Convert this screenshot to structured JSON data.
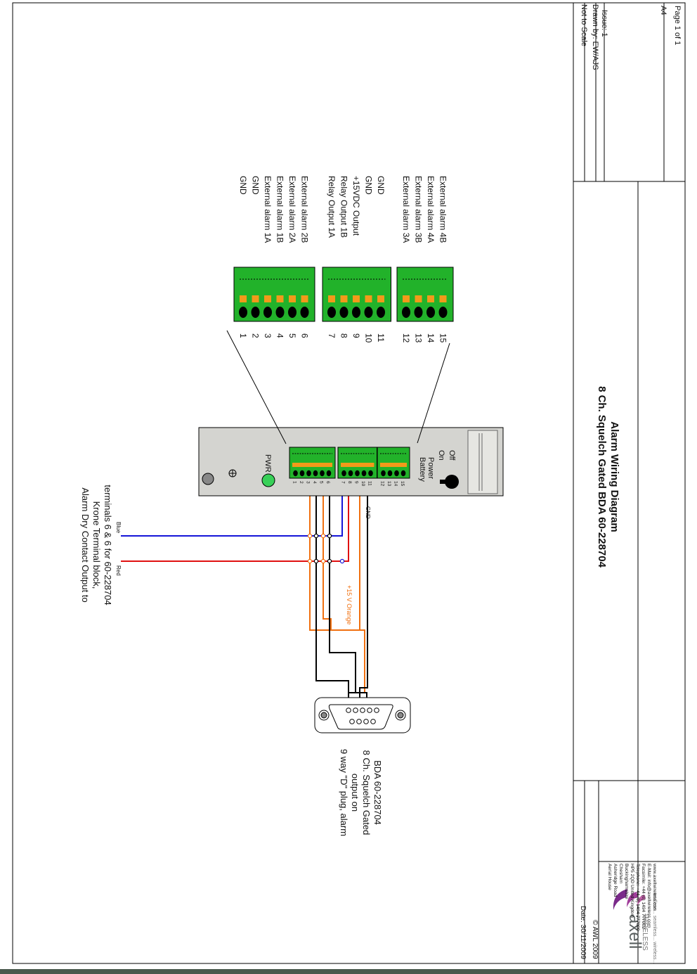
{
  "colors": {
    "terminal_green": "#22b22a",
    "terminal_orange": "#f29a1a",
    "wire_red": "#e01010",
    "wire_blue": "#1515d8",
    "wire_orange": "#f07010",
    "panel_gray": "#d4d4d0",
    "led_green": "#38d058",
    "footer_bar": "#4a5a4e"
  },
  "title_block": {
    "scale": "Not to Scale",
    "drawn_by": "Drawn by: EW/AJS",
    "issue": "Issue: 1",
    "paper_size": "A4",
    "page": "Page 1 of 1",
    "title_line1": "8 Ch. Squelch Gated BDA 60-228704",
    "title_line2": "Alarm Wiring Diagram",
    "date": "Date: 30/11/2009",
    "copyright": "© AWL 2009",
    "logo_word": "axell",
    "logo_sub": "WIRELESS",
    "logo_tagline": "endless... seamless... wireless...",
    "address_lines": [
      "Aerial House",
      "Asheridge Road",
      "Chesham",
      "Buckinghamshire",
      "HP5 2QD United Kingdom",
      "Telephone: +44 (0) 1494 777000",
      "Facsimile: +44 (0) 1494 777002",
      "E-Mail: info@axellwireless.com",
      "www.axellwireless.com"
    ]
  },
  "notes": {
    "alarm_output": [
      "Alarm Dry Contact Output to",
      "Krone Terminal block,",
      "terminals 6 & 6 for 60-228704"
    ],
    "dplug": [
      "9 way \"D\" plug, alarm",
      "output on",
      "8 Ch. Squelch Gated",
      "BDA 60-228704"
    ]
  },
  "wire_labels": {
    "red": "Red",
    "blue": "Blue",
    "gnd": "GND",
    "orange": "+15 V Orange"
  },
  "panel": {
    "pwr": "PWR",
    "battery": "Battery",
    "power": "Power",
    "on": "On",
    "off": "Off",
    "terminal_numbers": [
      "1",
      "2",
      "3",
      "4",
      "5",
      "6",
      "7",
      "8",
      "9",
      "10",
      "11",
      "12",
      "13",
      "14",
      "15"
    ]
  },
  "terminals": [
    {
      "num": "1",
      "label": "GND"
    },
    {
      "num": "2",
      "label": "GND"
    },
    {
      "num": "3",
      "label": "External alarm 1A"
    },
    {
      "num": "4",
      "label": "External alarm 1B"
    },
    {
      "num": "5",
      "label": "External alarm 2A"
    },
    {
      "num": "6",
      "label": "External alarm 2B"
    },
    {
      "num": "7",
      "label": "Relay Output 1A"
    },
    {
      "num": "8",
      "label": "Relay Output 1B"
    },
    {
      "num": "9",
      "label": "+15VDC Output"
    },
    {
      "num": "10",
      "label": "GND"
    },
    {
      "num": "11",
      "label": "GND"
    },
    {
      "num": "12",
      "label": "External alarm 3A"
    },
    {
      "num": "13",
      "label": "External alarm 3B"
    },
    {
      "num": "14",
      "label": "External alarm 4A"
    },
    {
      "num": "15",
      "label": "External alarm 4B"
    }
  ]
}
